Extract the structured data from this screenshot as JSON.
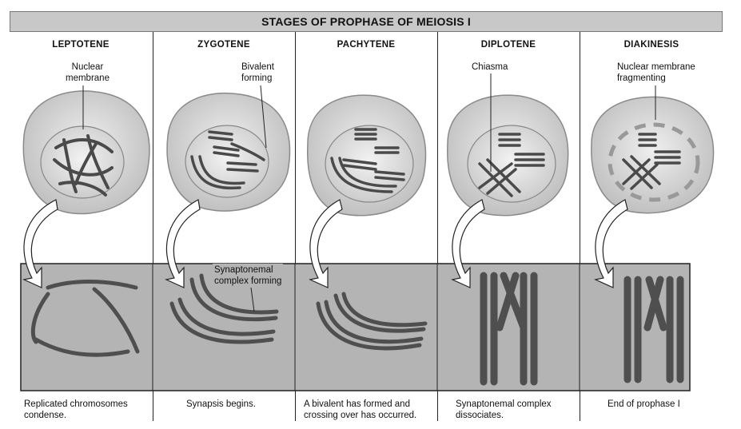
{
  "title": "STAGES OF PROPHASE OF MEIOSIS I",
  "stages": [
    {
      "name": "LEPTOTENE",
      "label": "Nuclear\nmembrane",
      "caption": "Replicated chromosomes\ncondense."
    },
    {
      "name": "ZYGOTENE",
      "label": "Bivalent\nforming",
      "inset_label": "Synaptonemal\ncomplex forming",
      "caption": "Synapsis begins."
    },
    {
      "name": "PACHYTENE",
      "caption": "A bivalent has formed and\ncrossing over has occurred."
    },
    {
      "name": "DIPLOTENE",
      "label": "Chiasma",
      "caption": "Synaptonemal complex\ndissociates."
    },
    {
      "name": "DIAKINESIS",
      "label": "Nuclear membrane\nfragmenting",
      "caption": "End of prophase I"
    }
  ],
  "colors": {
    "banner": "#c8c8c8",
    "inset_bg": "#b4b4b4",
    "cell": "#d6d6d6",
    "nucleus": "#e6e6e6",
    "chromosome": "#555555"
  }
}
